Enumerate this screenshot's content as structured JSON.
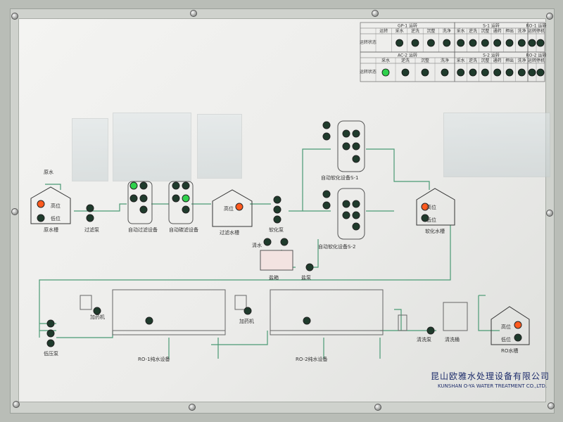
{
  "company": {
    "name_cn": "昆山欧雅水处理设备有限公司",
    "name_en": "KUNSHAN O-YA WATER TREATMENT CO.,LTD."
  },
  "status_table": {
    "groups": [
      {
        "title": "GP-1 运转",
        "header": [
          "运转",
          "采水",
          "逆洗",
          "沉整",
          "洗净"
        ],
        "row_label": "运转状态",
        "lamps": [
          "off",
          "off",
          "off",
          "off"
        ]
      },
      {
        "title": "S-1 运转",
        "header": [
          "采水",
          "逆洗",
          "沉整",
          "通药",
          "押出",
          "洗净"
        ],
        "row_label": "",
        "lamps": [
          "off",
          "off",
          "off",
          "off",
          "off",
          "off"
        ]
      },
      {
        "title": "RO-1 运转",
        "header": [
          "运转",
          "停机"
        ],
        "row_label": "",
        "lamps": [
          "off",
          "off"
        ]
      },
      {
        "title": "AC-2 运转",
        "header": [
          "采水",
          "逆洗",
          "沉整",
          "洗净"
        ],
        "row_label": "运转状态",
        "lamps": [
          "on",
          "off",
          "off",
          "off"
        ]
      },
      {
        "title": "S-2 运转",
        "header": [
          "采水",
          "逆洗",
          "沉整",
          "通药",
          "押出",
          "洗净"
        ],
        "row_label": "",
        "lamps": [
          "off",
          "off",
          "off",
          "off",
          "off",
          "off"
        ]
      },
      {
        "title": "RO-2 运转",
        "header": [
          "运转",
          "停机"
        ],
        "row_label": "",
        "lamps": [
          "off",
          "off"
        ]
      }
    ]
  },
  "labels": {
    "raw_water": "原水",
    "raw_water_tank": "原水槽",
    "filter_pump": "过滤泵",
    "auto_filter": "自动过滤设备",
    "auto_carbon": "自动碳滤设备",
    "filtered_tank": "过滤水槽",
    "softener_pump": "软化泵",
    "auto_softener_1": "自动软化设备S-1",
    "auto_softener_2": "自动软化设备S-2",
    "softened_tank": "软化水槽",
    "clear_water": "清水",
    "salt_tank": "盐箱",
    "salt_pump": "盐泵",
    "high_pressure_pump": "低压泵",
    "dosing_1": "加药机",
    "dosing_2": "加药机",
    "ro1": "RO-1纯水设备",
    "ro2": "RO-2纯水设备",
    "cleaning_pump": "清洗泵",
    "cleaning_tank": "清洗桶",
    "ro_tank": "RO水槽",
    "high_level": "高位",
    "low_level": "低位"
  },
  "colors": {
    "lamp_off": "#1f3b2c",
    "lamp_on": "#2fd14c",
    "lamp_red": "#ff5a1e",
    "line": "#4a9a74",
    "text_blue": "#1d2c6b"
  }
}
